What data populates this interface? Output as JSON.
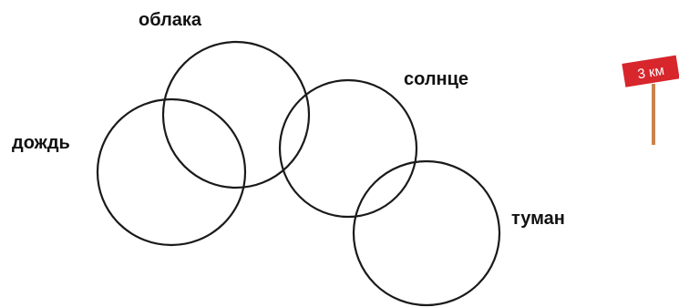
{
  "diagram": {
    "circles": [
      {
        "label": "дождь"
      },
      {
        "label": "облака"
      },
      {
        "label": "солнце"
      },
      {
        "label": "туман"
      }
    ]
  },
  "sign": {
    "text": "3 км",
    "board_color": "#d7262c",
    "post_color": "#c9844e",
    "text_color": "#ffffff"
  },
  "colors": {
    "outline": "#1a1a1a",
    "label": "#111111",
    "background": "#ffffff"
  }
}
